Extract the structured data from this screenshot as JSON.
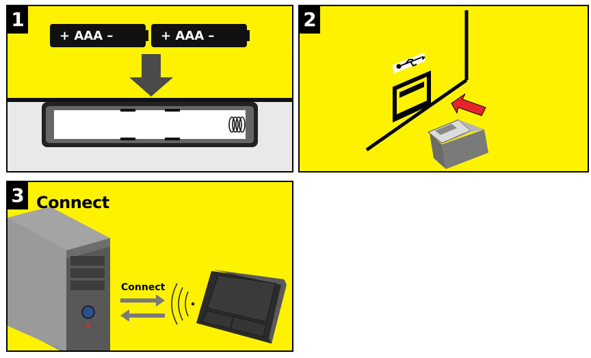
{
  "steps": [
    {
      "number": "1",
      "battery_label_1": "+ AAA –",
      "battery_label_2": "+ AAA –",
      "icons": [
        "aaa-battery-icon",
        "aaa-battery-icon",
        "down-arrow-icon",
        "battery-compartment-icon",
        "spring-icon"
      ]
    },
    {
      "number": "2",
      "icons": [
        "usb-symbol-icon",
        "usb-port-icon",
        "red-arrow-icon",
        "usb-receiver-icon"
      ]
    },
    {
      "number": "3",
      "title": "Connect",
      "connect_label": "Connect",
      "icons": [
        "pc-tower-icon",
        "connect-arrows-icon",
        "wireless-signal-icon",
        "touchpad-icon"
      ]
    }
  ],
  "colors": {
    "panel_bg": "#fff200",
    "border": "#000000",
    "arrow_red": "#e6252a",
    "arrow_gray": "#7a7a7a"
  }
}
